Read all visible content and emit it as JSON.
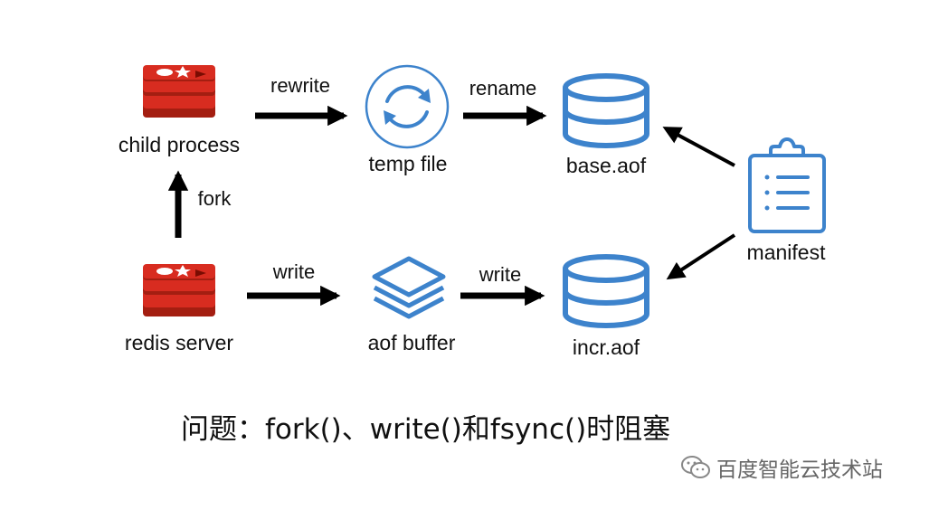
{
  "nodes": {
    "child_process": "child process",
    "temp_file": "temp file",
    "base_aof": "base.aof",
    "manifest": "manifest",
    "redis_server": "redis server",
    "aof_buffer": "aof buffer",
    "incr_aof": "incr.aof"
  },
  "edges": {
    "rewrite": "rewrite",
    "rename": "rename",
    "fork": "fork",
    "write_server": "write",
    "write_buffer": "write"
  },
  "caption": "问题：fork()、write()和fsync()时阻塞",
  "watermark": "百度智能云技术站",
  "icons": {
    "redis": "redis-logo-icon",
    "temp_file": "sync-arrows-icon",
    "aof_buffer": "layers-stack-icon",
    "aof_file": "database-cylinder-icon",
    "manifest": "clipboard-list-icon",
    "watermark": "wechat-icon"
  },
  "colors": {
    "redis_red": "#d82c20",
    "redis_dark": "#a41e11",
    "accent_blue": "#3d83cc",
    "arrow": "#000000"
  }
}
